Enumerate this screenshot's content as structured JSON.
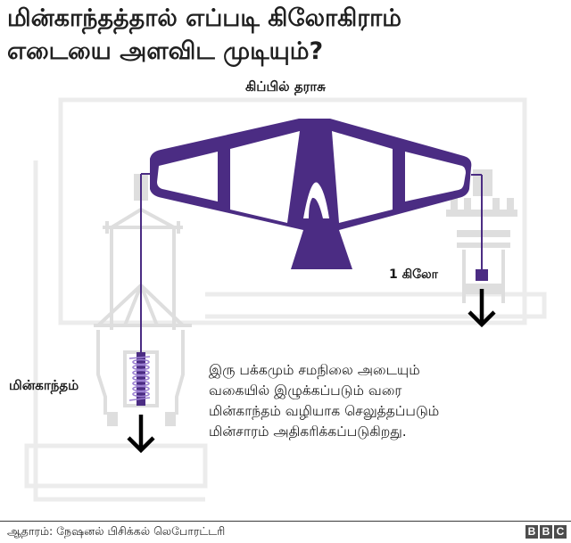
{
  "title": {
    "line1": "மின்காந்தத்தால் எப்படி கிலோகிராம்",
    "line2": "எடையை அளவிட முடியும்?"
  },
  "diagram": {
    "balance_label": "கிப்பில் தராசு",
    "weight_label": "1 கிலோ",
    "electromagnet_label": "மின்காந்தம்",
    "explanation": {
      "line1": "இரு பக்கமும் சமநிலை அடையும்",
      "line2": "வகையில் இழுக்கப்படும் வரை",
      "line3": "மின்காந்தம் வழியாக செலுத்தப்படும்",
      "line4": "மின்சாரம் அதிகரிக்கப்படுகிறது."
    },
    "colors": {
      "beam": "#4b2c83",
      "coil": "#9b7fd1",
      "machinery": "#e3e3e3",
      "arrow": "#000000"
    },
    "icons": {
      "left_arrow": "arrow-down-icon",
      "right_arrow": "arrow-down-icon"
    }
  },
  "footer": {
    "source": "ஆதாரம்: நேஷனல் பிசிக்கல் லெபோரட்டரி",
    "logo": [
      "B",
      "B",
      "C"
    ]
  }
}
